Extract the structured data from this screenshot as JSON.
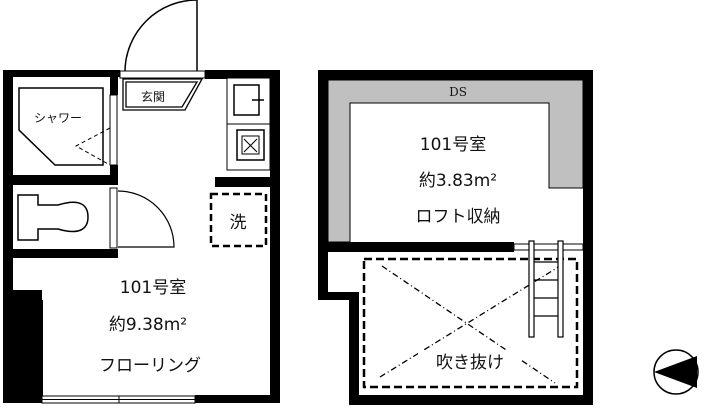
{
  "floor1": {
    "entrance_label": "玄関",
    "shower_label": "シャワー",
    "washer_label": "洗",
    "room_number": "101号室",
    "area": "約9.38m²",
    "floor_type": "フローリング"
  },
  "loft": {
    "ds_label": "DS",
    "room_number": "101号室",
    "area": "約3.83m²",
    "room_type": "ロフト収納",
    "void_label": "吹き抜け"
  },
  "colors": {
    "wall": "#000000",
    "ds_fill": "#c0c0c0"
  }
}
